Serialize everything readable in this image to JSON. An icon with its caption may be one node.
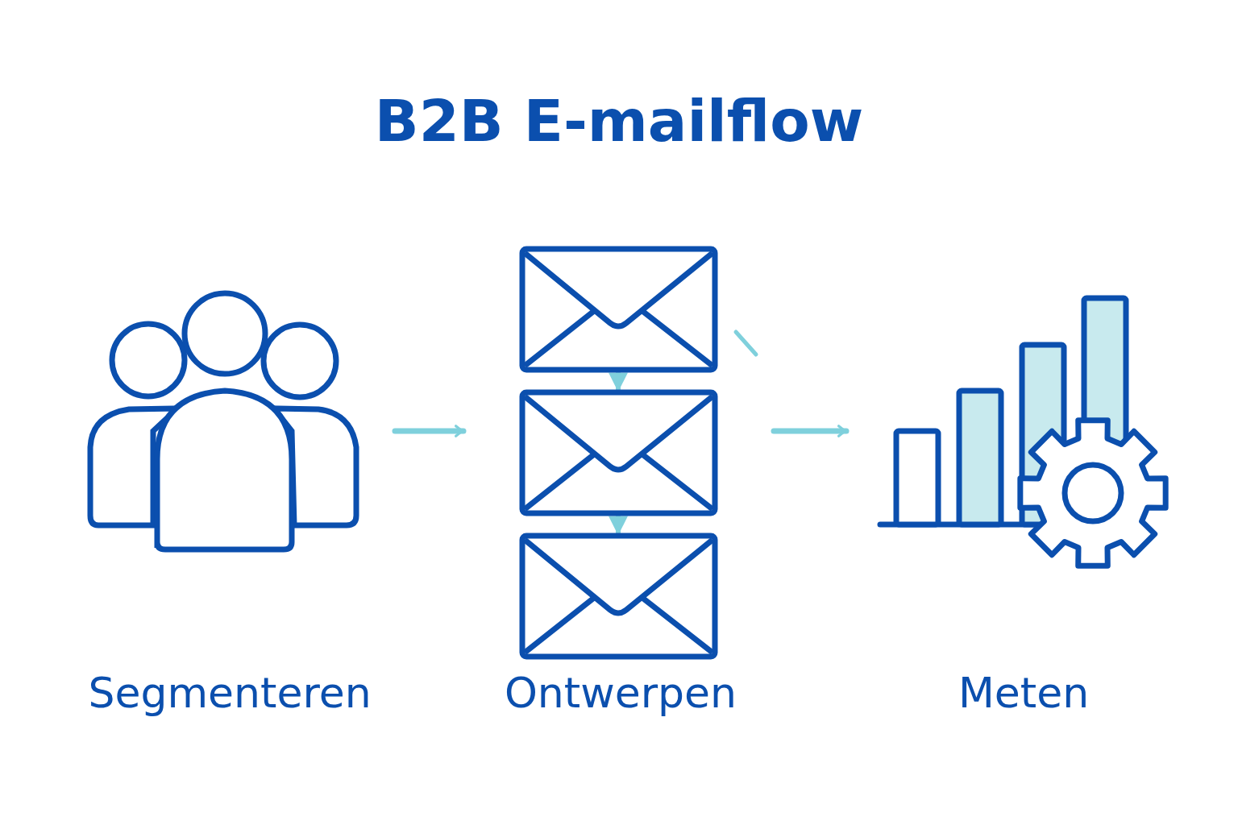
{
  "diagram": {
    "title": "B2B E-mailflow",
    "nodes": [
      {
        "text": [],
        "shape": "picture",
        "beside": [
          "Segmenteren"
        ]
      },
      {
        "text": [],
        "shape": "picture"
      },
      {
        "text": [],
        "shape": "picture"
      },
      {
        "text": [],
        "shape": "picture",
        "beside": [
          "Ontwerpen"
        ]
      },
      {
        "text": [],
        "shape": "picture",
        "beside": [
          "Meten"
        ]
      }
    ],
    "edges": [
      {
        "from": 0,
        "to": 2,
        "arrow": "to"
      },
      {
        "from": 1,
        "to": 2,
        "arrow": "to"
      },
      {
        "from": 2,
        "to": 3,
        "arrow": "to"
      },
      {
        "from": 2,
        "to": 4,
        "arrow": "to"
      }
    ]
  }
}
